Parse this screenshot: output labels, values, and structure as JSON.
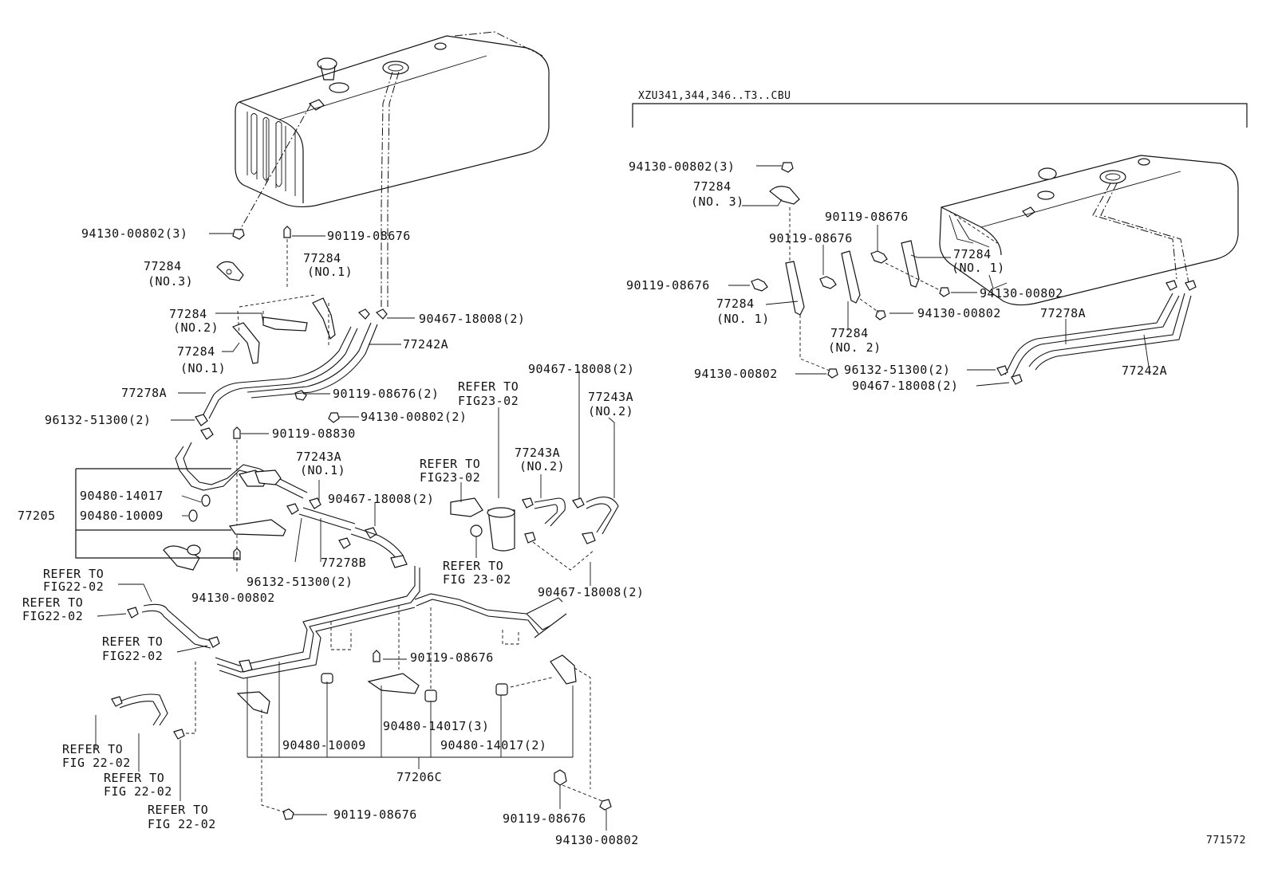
{
  "section_header": "XZU341,344,346..T3..CBU",
  "figure_id": "771572",
  "callouts": {
    "l_94130_3": "94130-00802(3)",
    "l_90119_top": "90119-08676",
    "l_77284_no3_a": "77284",
    "l_77284_no3_b": "(NO.3)",
    "l_77284_no1_a": "77284",
    "l_77284_no1_b": "(NO.1)",
    "l_77284_no2_a": "77284",
    "l_77284_no2_b": "(NO.2)",
    "l_77284_no1c_a": "77284",
    "l_77284_no1c_b": "(NO.1)",
    "l_90467_2a": "90467-18008(2)",
    "l_77242a": "77242A",
    "l_77278a": "77278A",
    "l_90119_2": "90119-08676(2)",
    "l_96132_2a": "96132-51300(2)",
    "l_94130_2": "94130-00802(2)",
    "l_90119_08830": "90119-08830",
    "l_refer_fig23_a1": "REFER TO",
    "l_refer_fig23_a2": "FIG23-02",
    "l_90467_2b": "90467-18008(2)",
    "l_77243a_no2_a": "77243A",
    "l_77243a_no2_b": "(NO.2)",
    "l_77243a_no1_a": "77243A",
    "l_77243a_no1_b": "(NO.1)",
    "l_refer_fig23_b1": "REFER TO",
    "l_refer_fig23_b2": "FIG23-02",
    "l_77243a_no2c_a": "77243A",
    "l_77243a_no2c_b": "(NO.2)",
    "l_90480_14017": "90480-14017",
    "l_77205": "77205",
    "l_90480_10009": "90480-10009",
    "l_90467_2c": "90467-18008(2)",
    "l_77278b": "77278B",
    "l_96132_2b": "96132-51300(2)",
    "l_refer_fig23_c1": "REFER TO",
    "l_refer_fig23_c2": "FIG 23-02",
    "l_94130_single": "94130-00802",
    "l_90467_2d": "90467-18008(2)",
    "l_refer_fig22_a1": "REFER TO",
    "l_refer_fig22_a2": "FIG22-02",
    "l_refer_fig22_b1": "REFER TO",
    "l_refer_fig22_b2": "FIG22-02",
    "l_refer_fig22_c1": "REFER TO",
    "l_refer_fig22_c2": "FIG22-02",
    "l_90119_mid": "90119-08676",
    "l_90480_14017_3": "90480-14017(3)",
    "l_90480_10009b": "90480-10009",
    "l_90480_14017_2": "90480-14017(2)",
    "l_77206c": "77206C",
    "l_refer_fig22_d1": "REFER TO",
    "l_refer_fig22_d2": "FIG 22-02",
    "l_refer_fig22_e1": "REFER TO",
    "l_refer_fig22_e2": "FIG 22-02",
    "l_refer_fig22_f1": "REFER TO",
    "l_refer_fig22_f2": "FIG 22-02",
    "l_90119_bot": "90119-08676",
    "l_90119_bot2": "90119-08676",
    "l_94130_bot": "94130-00802",
    "r_94130_3": "94130-00802(3)",
    "r_77284_no3_a": "77284",
    "r_77284_no3_b": "(NO. 3)",
    "r_90119_a": "90119-08676",
    "r_90119_b": "90119-08676",
    "r_90119_c": "90119-08676",
    "r_77284_no1_a": "77284",
    "r_77284_no1_b": "(NO. 1)",
    "r_94130_a": "94130-00802",
    "r_77284_no1b_a": "77284",
    "r_77284_no1b_b": "(NO. 1)",
    "r_94130_b": "94130-00802",
    "r_77278a": "77278A",
    "r_77284_no2_a": "77284",
    "r_77284_no2_b": "(NO. 2)",
    "r_94130_c": "94130-00802",
    "r_96132": "96132-51300(2)",
    "r_77242a": "77242A",
    "r_90467": "90467-18008(2)"
  }
}
